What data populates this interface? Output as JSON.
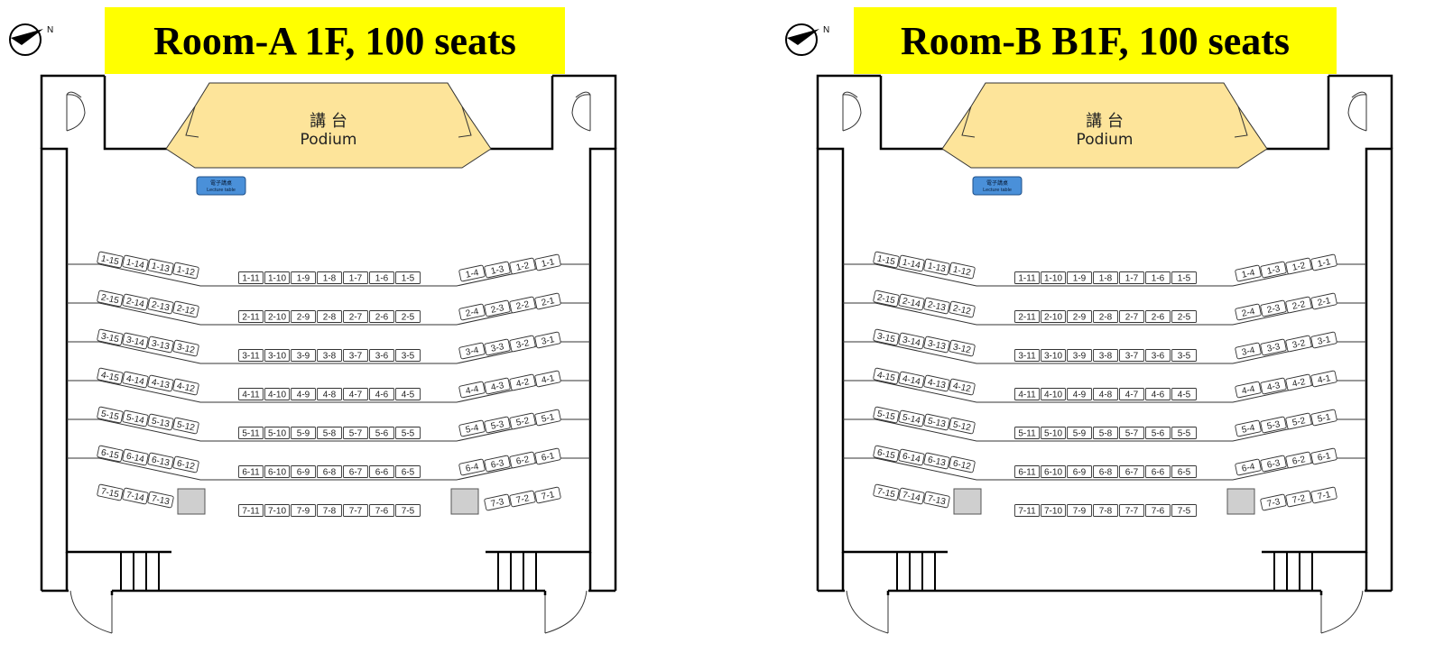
{
  "colors": {
    "banner": "#ffff00",
    "podium": "#fde49a",
    "lecture_table": "#4a90d9",
    "pillar": "#cfcfcf",
    "wall": "#000000"
  },
  "rooms": [
    {
      "id": "room-a",
      "title": "Room-A 1F,  100 seats",
      "podium_zh": "講 台",
      "podium_en": "Podium",
      "lecture_table_zh": "電子講桌",
      "lecture_table_en": "Lecture table",
      "compass_label": "N"
    },
    {
      "id": "room-b",
      "title": "Room-B B1F,  100 seats",
      "podium_zh": "講 台",
      "podium_en": "Podium",
      "lecture_table_zh": "電子講桌",
      "lecture_table_en": "Lecture table",
      "compass_label": "N"
    }
  ],
  "seat_rows": [
    {
      "left": [
        "1-15",
        "1-14",
        "1-13",
        "1-12"
      ],
      "center": [
        "1-11",
        "1-10",
        "1-9",
        "1-8",
        "1-7",
        "1-6",
        "1-5"
      ],
      "right": [
        "1-4",
        "1-3",
        "1-2",
        "1-1"
      ]
    },
    {
      "left": [
        "2-15",
        "2-14",
        "2-13",
        "2-12"
      ],
      "center": [
        "2-11",
        "2-10",
        "2-9",
        "2-8",
        "2-7",
        "2-6",
        "2-5"
      ],
      "right": [
        "2-4",
        "2-3",
        "2-2",
        "2-1"
      ]
    },
    {
      "left": [
        "3-15",
        "3-14",
        "3-13",
        "3-12"
      ],
      "center": [
        "3-11",
        "3-10",
        "3-9",
        "3-8",
        "3-7",
        "3-6",
        "3-5"
      ],
      "right": [
        "3-4",
        "3-3",
        "3-2",
        "3-1"
      ]
    },
    {
      "left": [
        "4-15",
        "4-14",
        "4-13",
        "4-12"
      ],
      "center": [
        "4-11",
        "4-10",
        "4-9",
        "4-8",
        "4-7",
        "4-6",
        "4-5"
      ],
      "right": [
        "4-4",
        "4-3",
        "4-2",
        "4-1"
      ]
    },
    {
      "left": [
        "5-15",
        "5-14",
        "5-13",
        "5-12"
      ],
      "center": [
        "5-11",
        "5-10",
        "5-9",
        "5-8",
        "5-7",
        "5-6",
        "5-5"
      ],
      "right": [
        "5-4",
        "5-3",
        "5-2",
        "5-1"
      ]
    },
    {
      "left": [
        "6-15",
        "6-14",
        "6-13",
        "6-12"
      ],
      "center": [
        "6-11",
        "6-10",
        "6-9",
        "6-8",
        "6-7",
        "6-6",
        "6-5"
      ],
      "right": [
        "6-4",
        "6-3",
        "6-2",
        "6-1"
      ]
    },
    {
      "left": [
        "7-15",
        "7-14",
        "7-13"
      ],
      "center": [
        "7-11",
        "7-10",
        "7-9",
        "7-8",
        "7-7",
        "7-6",
        "7-5"
      ],
      "right": [
        "7-3",
        "7-2",
        "7-1"
      ]
    }
  ]
}
